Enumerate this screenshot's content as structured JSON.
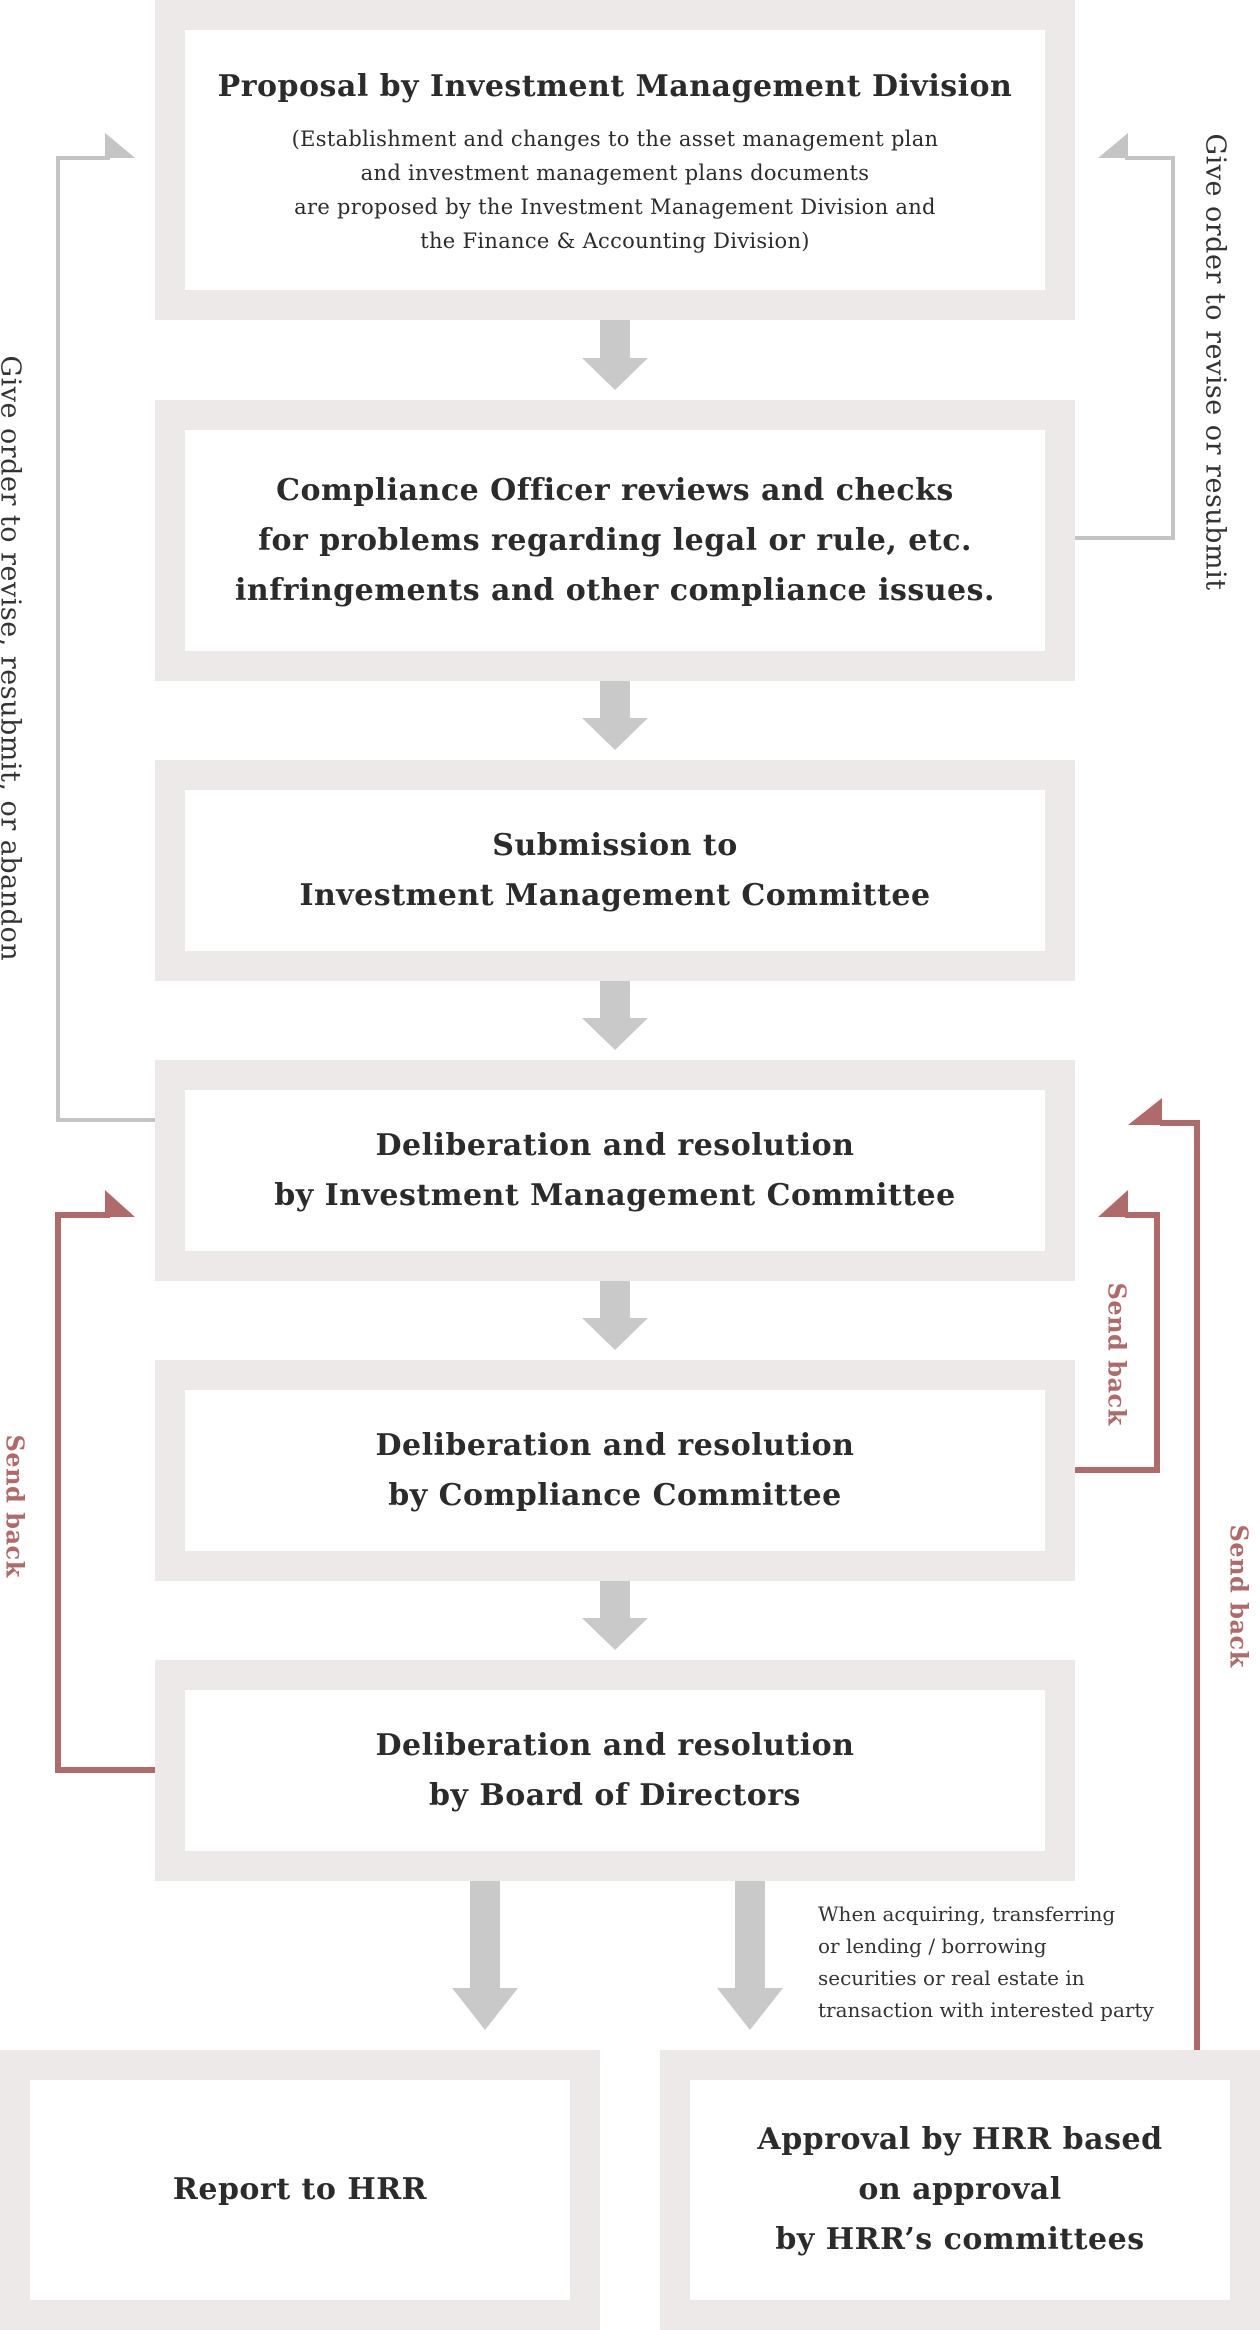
{
  "boxes": {
    "proposal": {
      "title": "Proposal by Investment Management Division",
      "detail": [
        "(Establishment and changes to the asset management plan",
        "and investment management plans documents",
        "are proposed by the Investment Management Division and",
        "the Finance & Accounting Division)"
      ]
    },
    "compliance_officer": {
      "title": [
        "Compliance Officer reviews and checks",
        "for problems regarding legal or rule, etc.",
        "infringements and other compliance issues."
      ]
    },
    "submission": {
      "title": [
        "Submission to",
        "Investment Management Committee"
      ]
    },
    "delib_imc": {
      "title": [
        "Deliberation and resolution",
        "by Investment Management Committee"
      ]
    },
    "delib_cc": {
      "title": [
        "Deliberation and resolution",
        "by Compliance Committee"
      ]
    },
    "delib_board": {
      "title": [
        "Deliberation and resolution",
        "by Board of Directors"
      ]
    },
    "report": {
      "title": "Report to HRR"
    },
    "approval": {
      "title": [
        "Approval by HRR based",
        "on approval",
        "by HRR’s committees"
      ]
    }
  },
  "labels": {
    "left_gray": "Give order to revise, resubmit, or abandon",
    "right_gray": "Give order to revise or resubmit",
    "send_back_left": "Send back",
    "send_back_mid": "Send back",
    "send_back_right": "Send back"
  },
  "note": [
    "When acquiring, transferring",
    "or lending / borrowing",
    "securities or real estate in",
    "transaction with interested party"
  ],
  "colors": {
    "box_frame": "#ece9e8",
    "arrow_gray": "#c9c9c9",
    "line_gray": "#c4c4c4",
    "send_back": "#b06a6a"
  }
}
